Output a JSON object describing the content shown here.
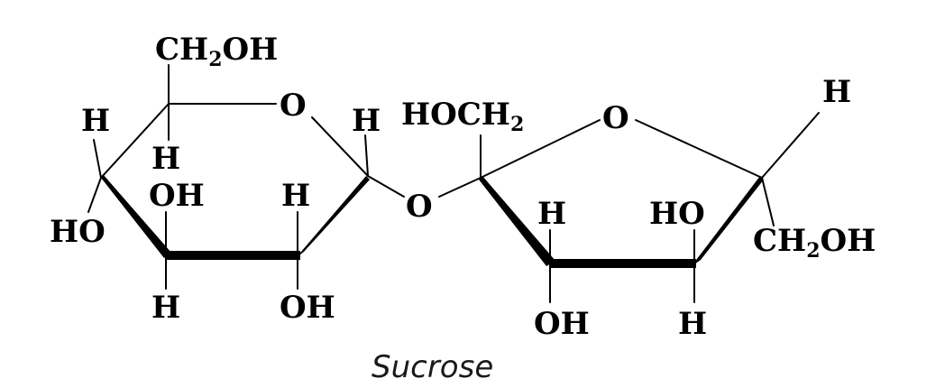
{
  "caption": "Sucrose",
  "glucose_ring": {
    "ch2oh_group": {
      "main": "CH",
      "sub": "2",
      "tail": "OH"
    },
    "ring_oxygen": "O",
    "c1_h": "H",
    "c4_h_left": "H",
    "c5_h": "H",
    "c4_ho": "HO",
    "c3_oh": "OH",
    "c2_h": "H",
    "c3_h": "H",
    "c2_oh": "OH"
  },
  "glycosidic_oxygen": "O",
  "fructose_ring": {
    "hoch2_group": {
      "main": "HOCH",
      "sub": "2"
    },
    "ring_oxygen": "O",
    "c5_h": "H",
    "c3_h": "H",
    "c4_ho": "HO",
    "c6_ch2oh": {
      "main": "CH",
      "sub": "2",
      "tail": "OH"
    },
    "c3_oh": "OH",
    "c4_h": "H"
  }
}
